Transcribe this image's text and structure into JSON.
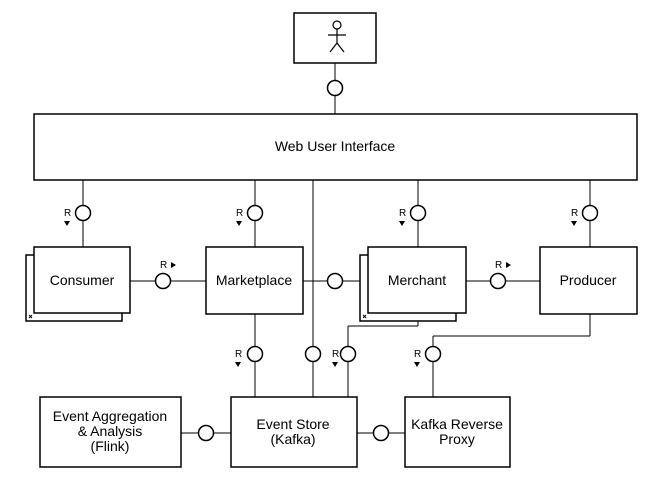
{
  "diagram": {
    "actor": {
      "icon": "stick-figure-user-icon"
    },
    "components": {
      "web_ui": "Web User Interface",
      "consumer": "Consumer",
      "marketplace": "Marketplace",
      "merchant": "Merchant",
      "producer": "Producer",
      "event_analysis": [
        "Event Aggregation",
        "& Analysis",
        "(Flink)"
      ],
      "event_store": [
        "Event Store",
        "(Kafka)"
      ],
      "kafka_proxy": [
        "Kafka Reverse",
        "Proxy"
      ]
    },
    "required_marker": "R"
  }
}
